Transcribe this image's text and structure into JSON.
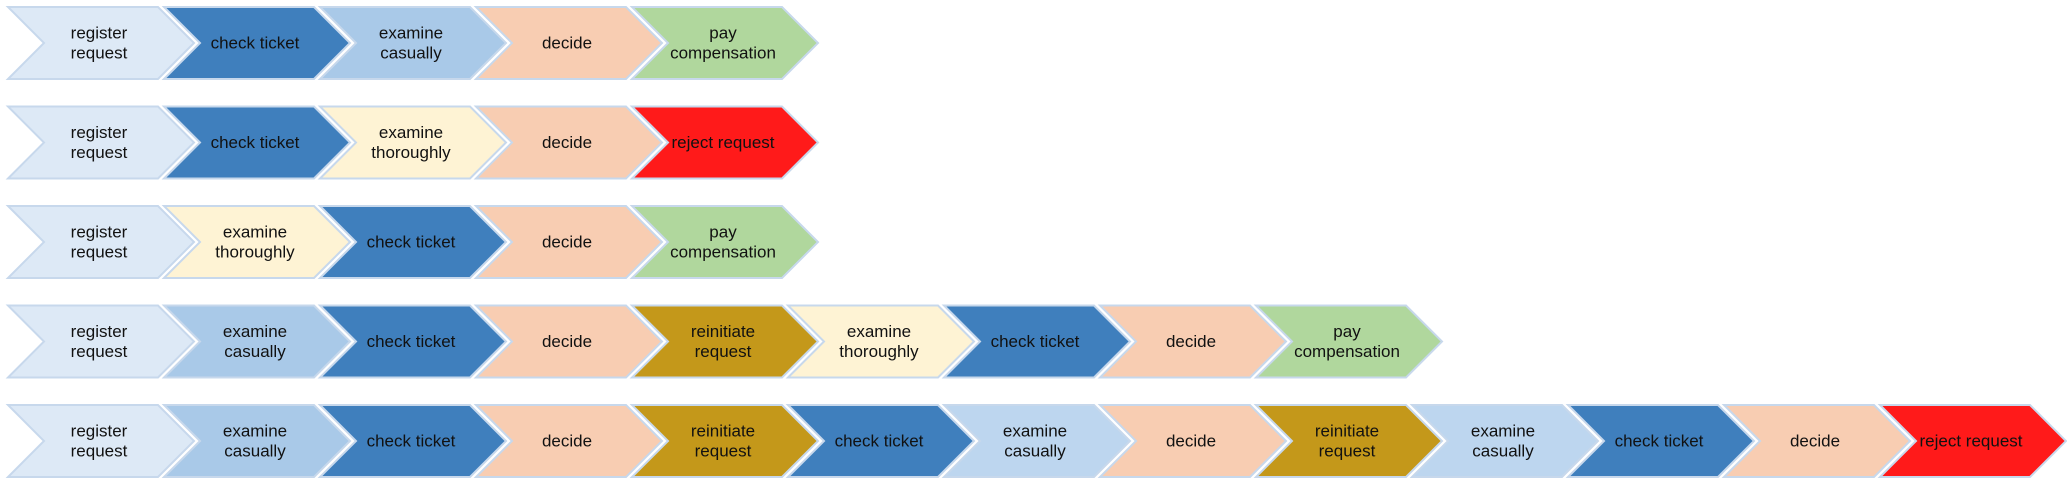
{
  "palette": {
    "register": "#dde9f6",
    "check": "#3f7fbd",
    "casual": "#a9c9e8",
    "casual_light": "#bdd6ef",
    "thorough": "#fef3d4",
    "decide": "#f8cdb2",
    "pay": "#b0d79d",
    "reject": "#ff1a1a",
    "reinitiate": "#c4981a",
    "stroke": "#c7d8ec",
    "text": "#111111"
  },
  "traces": [
    {
      "steps": [
        {
          "lines": [
            "register",
            "request"
          ],
          "color": "register"
        },
        {
          "lines": [
            "check ticket"
          ],
          "color": "check"
        },
        {
          "lines": [
            "examine",
            "casually"
          ],
          "color": "casual"
        },
        {
          "lines": [
            "decide"
          ],
          "color": "decide"
        },
        {
          "lines": [
            "pay",
            "compensation"
          ],
          "color": "pay"
        }
      ]
    },
    {
      "steps": [
        {
          "lines": [
            "register",
            "request"
          ],
          "color": "register"
        },
        {
          "lines": [
            "check ticket"
          ],
          "color": "check"
        },
        {
          "lines": [
            "examine",
            "thoroughly"
          ],
          "color": "thorough"
        },
        {
          "lines": [
            "decide"
          ],
          "color": "decide"
        },
        {
          "lines": [
            "reject request"
          ],
          "color": "reject"
        }
      ]
    },
    {
      "steps": [
        {
          "lines": [
            "register",
            "request"
          ],
          "color": "register"
        },
        {
          "lines": [
            "examine",
            "thoroughly"
          ],
          "color": "thorough"
        },
        {
          "lines": [
            "check ticket"
          ],
          "color": "check"
        },
        {
          "lines": [
            "decide"
          ],
          "color": "decide"
        },
        {
          "lines": [
            "pay",
            "compensation"
          ],
          "color": "pay"
        }
      ]
    },
    {
      "steps": [
        {
          "lines": [
            "register",
            "request"
          ],
          "color": "register"
        },
        {
          "lines": [
            "examine",
            "casually"
          ],
          "color": "casual"
        },
        {
          "lines": [
            "check ticket"
          ],
          "color": "check"
        },
        {
          "lines": [
            "decide"
          ],
          "color": "decide"
        },
        {
          "lines": [
            "reinitiate",
            "request"
          ],
          "color": "reinitiate"
        },
        {
          "lines": [
            "examine",
            "thoroughly"
          ],
          "color": "thorough"
        },
        {
          "lines": [
            "check ticket"
          ],
          "color": "check"
        },
        {
          "lines": [
            "decide"
          ],
          "color": "decide"
        },
        {
          "lines": [
            "pay",
            "compensation"
          ],
          "color": "pay"
        }
      ]
    },
    {
      "steps": [
        {
          "lines": [
            "register",
            "request"
          ],
          "color": "register"
        },
        {
          "lines": [
            "examine",
            "casually"
          ],
          "color": "casual"
        },
        {
          "lines": [
            "check ticket"
          ],
          "color": "check"
        },
        {
          "lines": [
            "decide"
          ],
          "color": "decide"
        },
        {
          "lines": [
            "reinitiate",
            "request"
          ],
          "color": "reinitiate"
        },
        {
          "lines": [
            "check ticket"
          ],
          "color": "check"
        },
        {
          "lines": [
            "examine",
            "casually"
          ],
          "color": "casual_light"
        },
        {
          "lines": [
            "decide"
          ],
          "color": "decide"
        },
        {
          "lines": [
            "reinitiate",
            "request"
          ],
          "color": "reinitiate"
        },
        {
          "lines": [
            "examine",
            "casually"
          ],
          "color": "casual_light"
        },
        {
          "lines": [
            "check ticket"
          ],
          "color": "check"
        },
        {
          "lines": [
            "decide"
          ],
          "color": "decide"
        },
        {
          "lines": [
            "reject request"
          ],
          "color": "reject"
        }
      ]
    }
  ]
}
